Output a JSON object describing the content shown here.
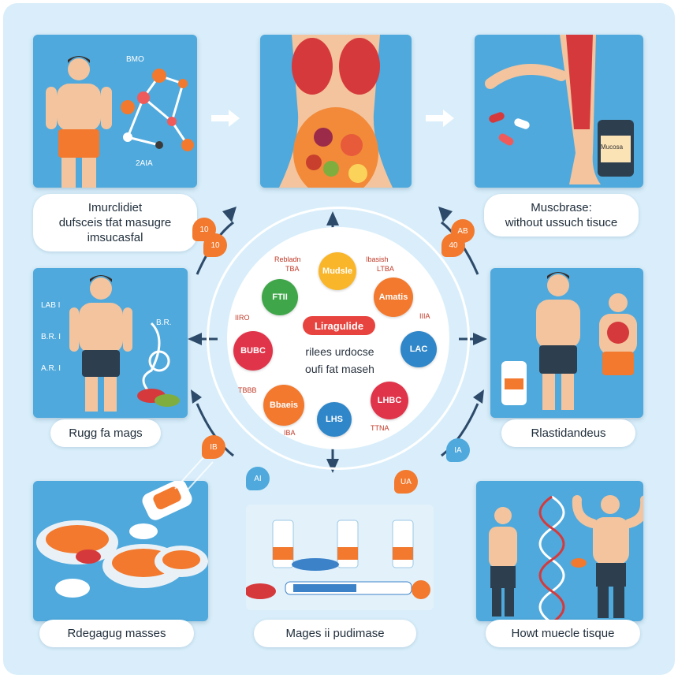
{
  "panels": [
    {
      "caption": [
        "Imurclidiet",
        "dufsceis tfat masugre",
        "imsucasfal"
      ],
      "mark_top": "BMO",
      "mark_bottom": "2AIA"
    },
    {},
    {
      "caption": [
        "Muscbrase:",
        "without ussuch tisuce"
      ],
      "jar_label": "Mucosa"
    },
    {
      "caption": "Rugg fa mags",
      "marks": [
        "LAB I",
        "B.R. I",
        "A.R. I",
        "B.R."
      ]
    },
    {
      "caption": "Rlastidandeus"
    },
    {
      "caption": "Rdegagug masses"
    },
    {
      "caption": "Mages ii pudimase"
    },
    {
      "caption": "Howt muecle tisque"
    }
  ],
  "tags": [
    "10",
    "10",
    "AB",
    "40",
    "IB",
    "AI",
    "IA",
    "UA"
  ],
  "hub": {
    "badge": "Liragulide",
    "text": [
      "rilees urdocse",
      "oufi fat maseh"
    ],
    "nodes": [
      "Mudsle",
      "FTII",
      "Amatis",
      "BUBC",
      "LAC",
      "Bbaeis",
      "LHBC",
      "LHS"
    ],
    "marks": [
      "Rebladn",
      "TBA",
      "Ibasish",
      "LTBA",
      "IIRO",
      "IIIA",
      "TBBB",
      "IBA",
      "TTNA"
    ]
  },
  "colors": {
    "panel": "#4fa9dc",
    "background": "#d9eefa",
    "accent_orange": "#f2792e",
    "accent_red": "#e0344a"
  }
}
